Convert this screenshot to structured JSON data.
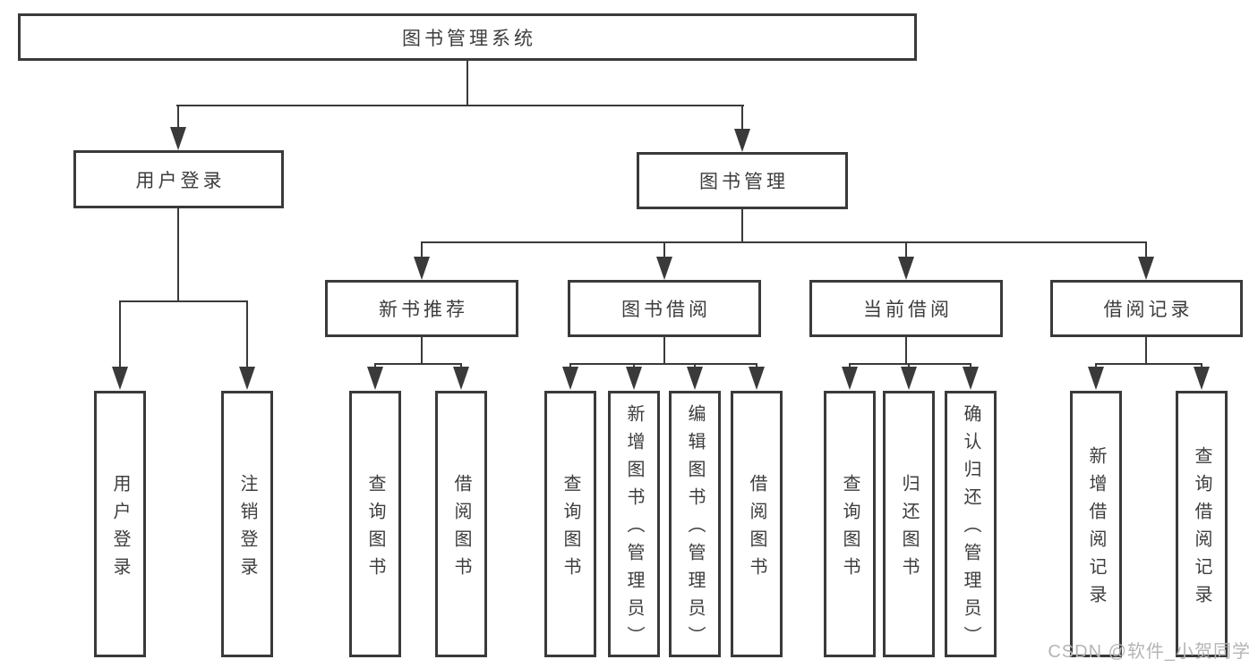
{
  "colors": {
    "line": "#3a3a3a",
    "text": "#3d3d3d",
    "box_fill": "#ffffff",
    "background": "#ffffff",
    "watermark": "#b5b5b5"
  },
  "diagram": {
    "title": "图书管理系统",
    "level2": {
      "user_login": "用户登录",
      "book_management": "图书管理"
    },
    "level3": {
      "new_books": "新书推荐",
      "book_borrow": "图书借阅",
      "current_borrow": "当前借阅",
      "borrow_records": "借阅记录"
    },
    "leaves": {
      "user_login": [
        "用户登录",
        "注销登录"
      ],
      "new_books": [
        "查询图书",
        "借阅图书"
      ],
      "book_borrow": [
        "查询图书",
        "新增图书（管理员）",
        "编辑图书（管理员）",
        "借阅图书"
      ],
      "current_borrow": [
        "查询图书",
        "归还图书",
        "确认归还（管理员）"
      ],
      "borrow_records": [
        "新增借阅记录",
        "查询借阅记录"
      ]
    }
  },
  "watermark": {
    "text": "CSDN @软件_小贺同学"
  }
}
